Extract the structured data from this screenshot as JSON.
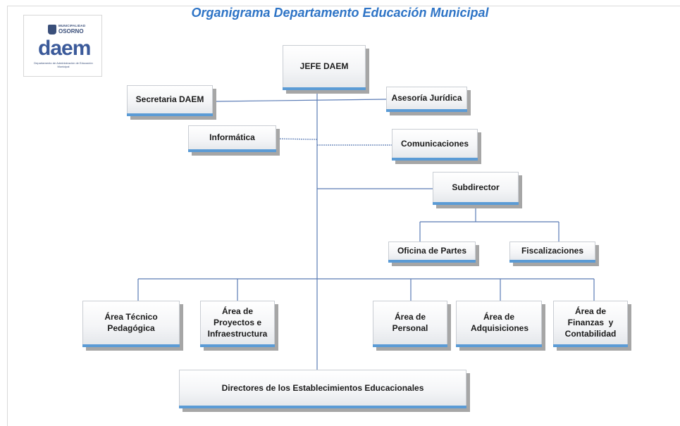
{
  "title": "Organigrama Departamento Educación Municipal",
  "logo": {
    "municipality_small": "MUNICIPALIDAD",
    "municipality_name": "OSORNO",
    "brand": "daem",
    "subtitle": "Departamento de Administración de Educación Municipal"
  },
  "nodes": {
    "jefe": "JEFE DAEM",
    "secretaria": "Secretaria DAEM",
    "asesoria": "Asesoría Jurídica",
    "informatica": "Informática",
    "comunicaciones": "Comunicaciones",
    "subdirector": "Subdirector",
    "oficina_partes": "Oficina de Partes",
    "fiscalizaciones": "Fiscalizaciones",
    "area_tecnico": "Área Técnico Pedagógica",
    "area_proyectos": "Área de  Proyectos e  Infraestructura",
    "area_personal": "Área de Personal",
    "area_adquisiciones": "Área de Adquisiciones",
    "area_finanzas": "Área de Finanzas  y Contabilidad",
    "directores": "Directores de los Establecimientos Educacionales"
  },
  "colors": {
    "title": "#2e74c6",
    "connector": "#5a7bb5",
    "box_accent": "#5b9bd5",
    "box_shadow": "#a6a6a6"
  }
}
